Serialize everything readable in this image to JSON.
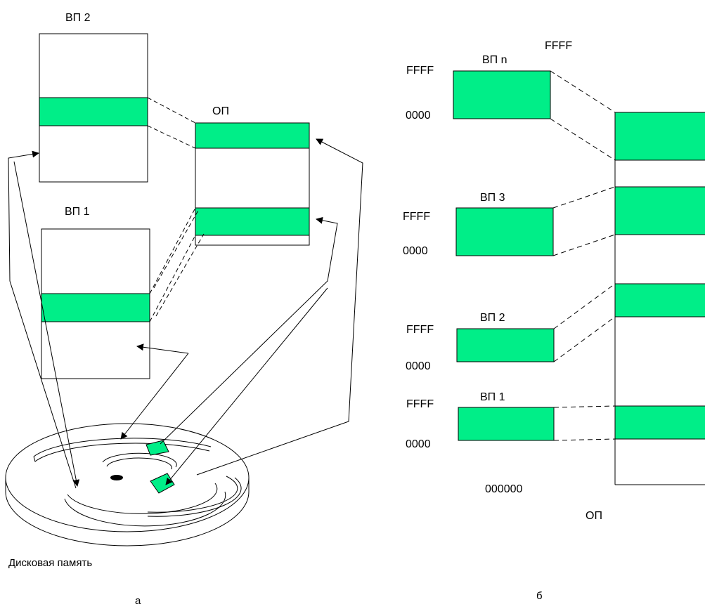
{
  "colors": {
    "segment_fill": "#00ee88",
    "stroke": "#000000",
    "background": "#ffffff"
  },
  "part_a": {
    "vp2_label": "ВП 2",
    "vp1_label": "ВП 1",
    "op_label": "ОП",
    "disk_label": "Дисковая память",
    "caption": "а"
  },
  "part_b": {
    "vpn_label": "ВП n",
    "vp3_label": "ВП 3",
    "vp2_label": "ВП 2",
    "vp1_label": "ВП 1",
    "ffff_label": "FFFF",
    "zero4_label": "0000",
    "zero6_label": "000000",
    "op_label": "ОП",
    "caption": "б"
  }
}
